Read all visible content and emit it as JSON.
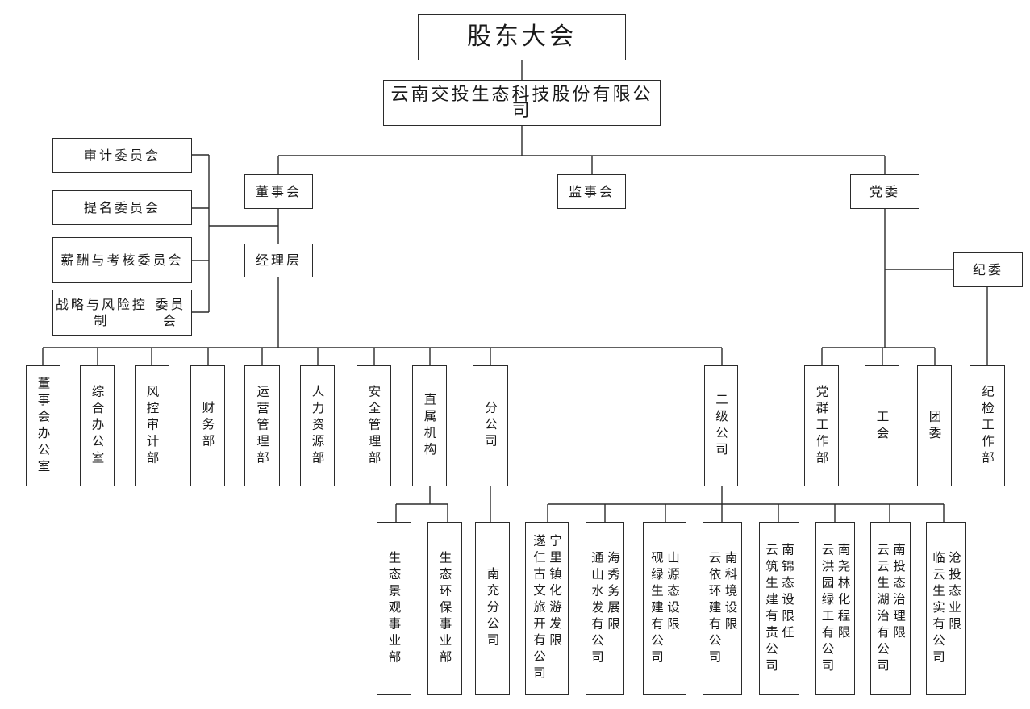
{
  "top": {
    "shareholders": "股东大会",
    "company": "云南交投生态科技股份有限公司"
  },
  "level2": {
    "board": "董事会",
    "supervisory": "监事会",
    "party": "党委",
    "management": "经理层",
    "discipline": "纪委"
  },
  "committees": [
    "审计委员会",
    "提名委员会",
    "薪酬与考核委员会",
    [
      "战略与风险控制",
      "委员会"
    ]
  ],
  "departments": [
    "董事会办公室",
    "综合办公室",
    "风控审计部",
    "财务部",
    "运营管理部",
    "人力资源部",
    "安全管理部",
    "直属机构",
    "分公司",
    "二级公司"
  ],
  "party_units": [
    "党群工作部",
    "工会",
    "团委"
  ],
  "discipline_dept": "纪检工作部",
  "agencies": [
    "生态景观事业部",
    "生态环保事业部"
  ],
  "branch": [
    "南充分公司"
  ],
  "subsidiaries": [
    "宁里镇化游发限\n遂仁古文旅开有公司",
    "海秀务展限\n通山水发有公司",
    "山源态设限\n砚绿生建有公司",
    "南科境设限\n云依环建有公司",
    "南锦态设限任\n云筑生建有责公司",
    "南尧林化程限\n云洪园绿工有公司",
    "南投态治理限\n云云生湖治有公司",
    "沧投态业限\n临云生实有公司"
  ]
}
